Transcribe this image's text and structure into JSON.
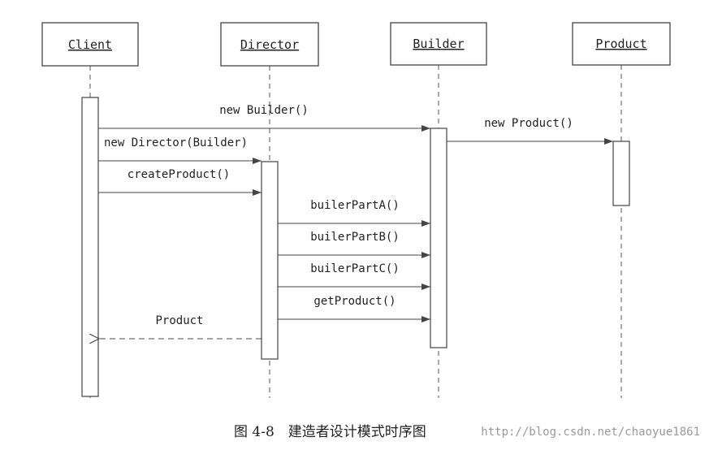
{
  "diagram": {
    "objects": [
      {
        "id": "client",
        "label": "Client"
      },
      {
        "id": "director",
        "label": "Director"
      },
      {
        "id": "builder",
        "label": "Builder"
      },
      {
        "id": "product",
        "label": "Product"
      }
    ],
    "messages": [
      {
        "id": "new-builder",
        "label": "new Builder()",
        "from": "client",
        "to": "builder",
        "kind": "sync"
      },
      {
        "id": "new-product",
        "label": "new Product()",
        "from": "builder",
        "to": "product",
        "kind": "sync"
      },
      {
        "id": "new-director",
        "label": "new Director(Builder)",
        "from": "client",
        "to": "director",
        "kind": "sync"
      },
      {
        "id": "create-product",
        "label": "createProduct()",
        "from": "client",
        "to": "director",
        "kind": "sync"
      },
      {
        "id": "builer-part-a",
        "label": "builerPartA()",
        "from": "director",
        "to": "builder",
        "kind": "sync"
      },
      {
        "id": "builer-part-b",
        "label": "builerPartB()",
        "from": "director",
        "to": "builder",
        "kind": "sync"
      },
      {
        "id": "builer-part-c",
        "label": "builerPartC()",
        "from": "director",
        "to": "builder",
        "kind": "sync"
      },
      {
        "id": "get-product",
        "label": "getProduct()",
        "from": "director",
        "to": "builder",
        "kind": "sync"
      },
      {
        "id": "return-product",
        "label": "Product",
        "from": "director",
        "to": "client",
        "kind": "return"
      }
    ]
  },
  "caption": "图 4-8　建造者设计模式时序图",
  "watermark": "http://blog.csdn.net/chaoyue1861"
}
